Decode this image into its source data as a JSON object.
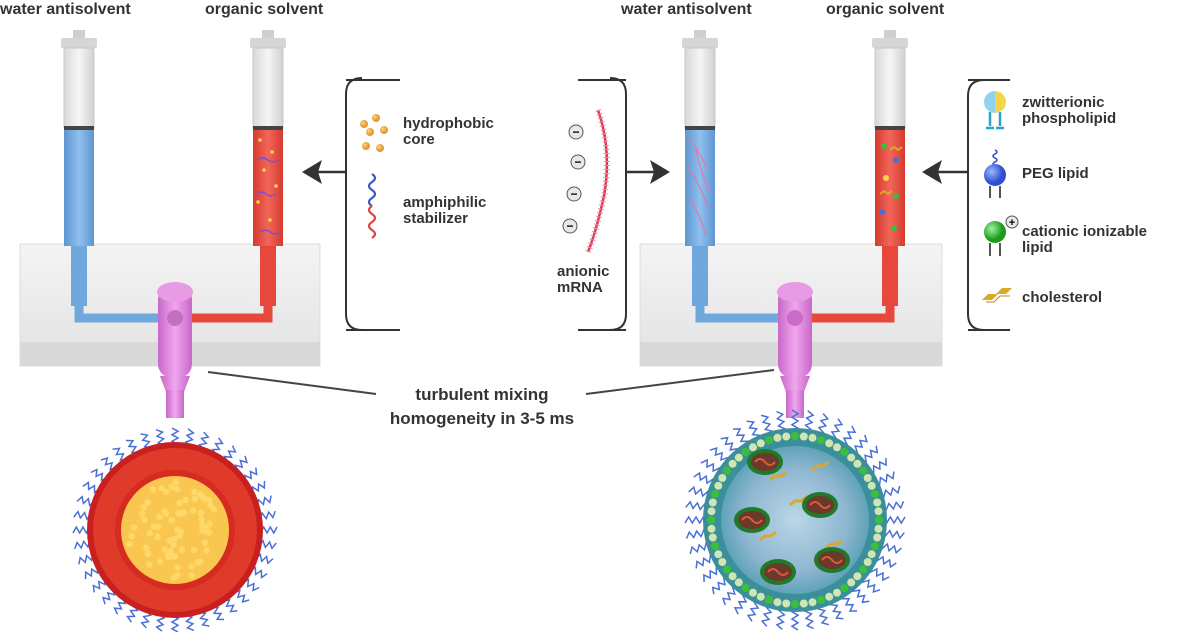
{
  "left_panel": {
    "title_water": "water antisolvent",
    "title_organic": "organic solvent",
    "legend": [
      {
        "icon": "hydrophobic-core-icon",
        "lines": [
          "hydrophobic",
          "core"
        ]
      },
      {
        "icon": "amphiphilic-stabilizer-icon",
        "lines": [
          "amphiphilic",
          "stabilizer"
        ]
      }
    ]
  },
  "middle": {
    "mrna_lines": [
      "anionic",
      "mRNA"
    ],
    "mixing_line1": "turbulent mixing",
    "mixing_line2": "homogeneity in 3-5 ms"
  },
  "right_panel": {
    "title_water": "water antisolvent",
    "title_organic": "organic solvent",
    "legend": [
      {
        "icon": "zwitterionic-phospholipid-icon",
        "lines": [
          "zwitterionic",
          "phospholipid"
        ]
      },
      {
        "icon": "peg-lipid-icon",
        "lines": [
          "PEG lipid"
        ]
      },
      {
        "icon": "cationic-ionizable-lipid-icon",
        "lines": [
          "cationic ionizable",
          "lipid"
        ]
      },
      {
        "icon": "cholesterol-icon",
        "lines": [
          "cholesterol"
        ]
      }
    ]
  },
  "colors": {
    "water": "#6fa8dc",
    "organic": "#e8473b",
    "mixer": "#d97fd6",
    "core_yellow": "#f9c74f",
    "peg_blue": "#4a6fd6",
    "lipid_green": "#3bbf3b",
    "cholesterol": "#d9a92b",
    "text": "#333333"
  }
}
